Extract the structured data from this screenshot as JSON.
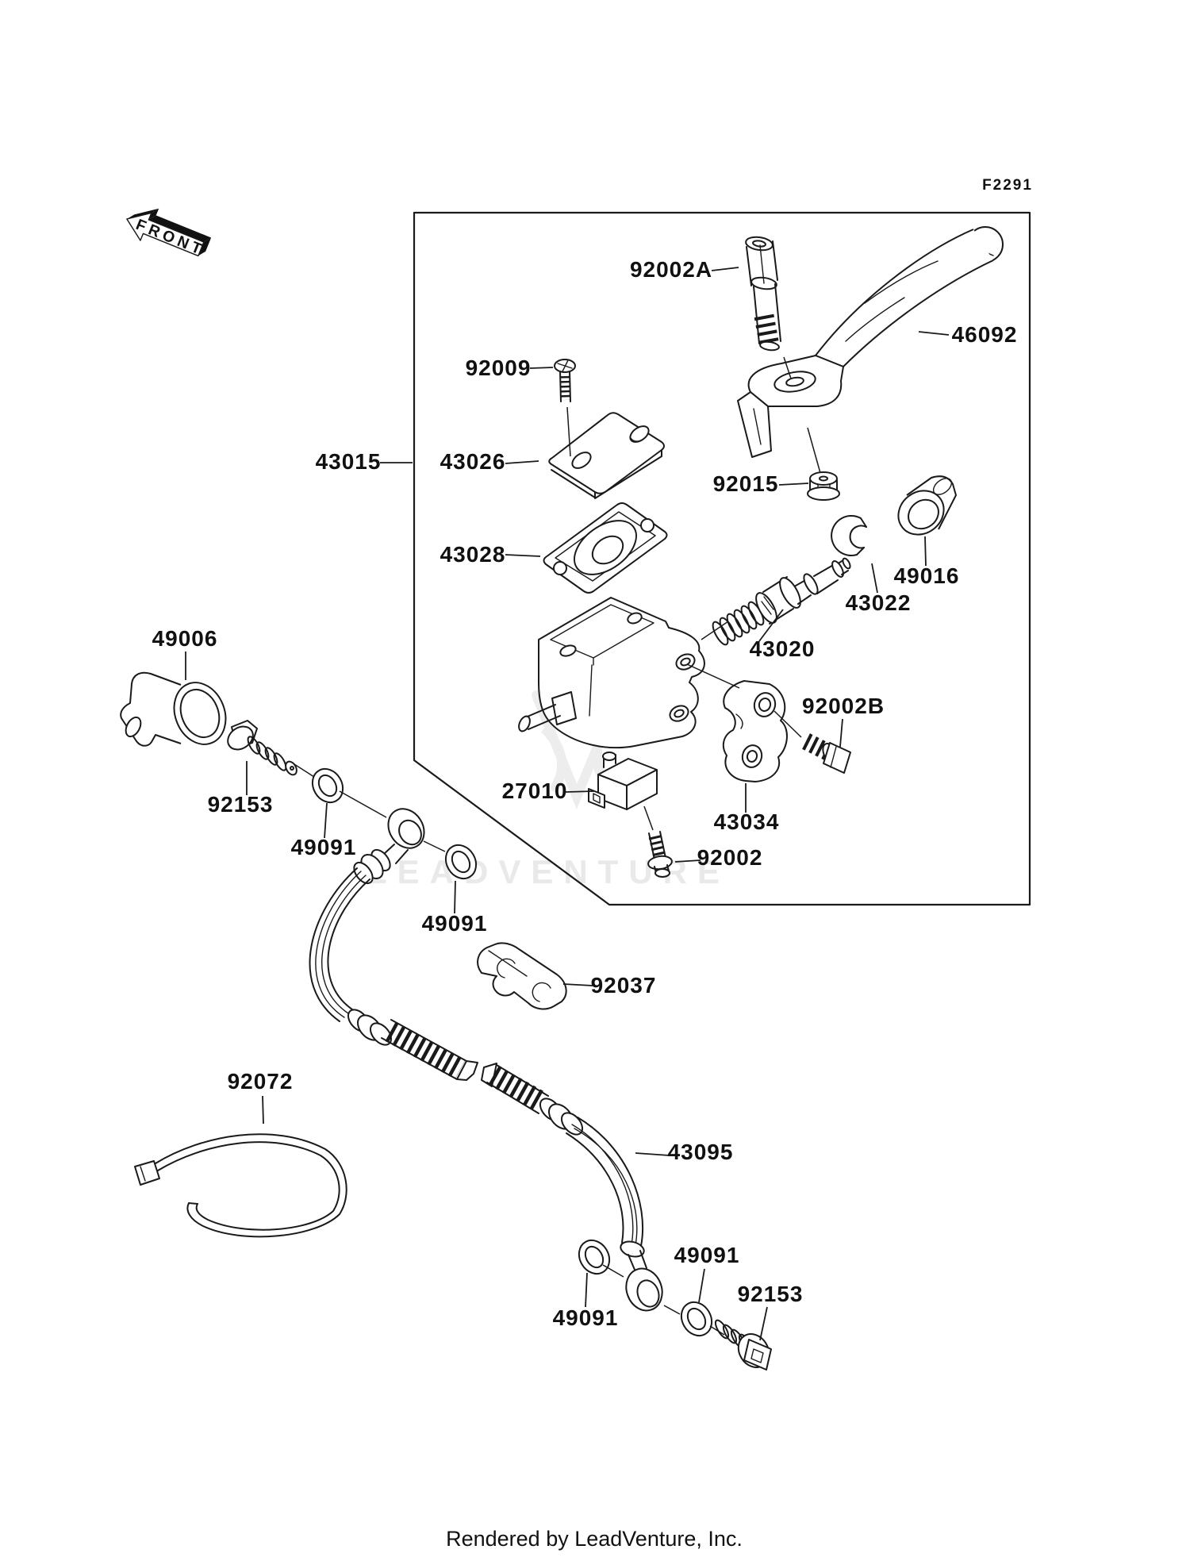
{
  "figure": {
    "code": "F2291",
    "front_marker": "FRONT"
  },
  "watermark": {
    "text": "LEADVENTURE"
  },
  "footer": {
    "text": "Rendered by LeadVenture, Inc."
  },
  "colors": {
    "line": "#1a1a1a",
    "watermark": "#e9e9e9",
    "background": "#ffffff"
  },
  "part_labels": [
    {
      "id": "92002A",
      "text": "92002A"
    },
    {
      "id": "46092",
      "text": "46092"
    },
    {
      "id": "92009",
      "text": "92009"
    },
    {
      "id": "43015",
      "text": "43015"
    },
    {
      "id": "43026",
      "text": "43026"
    },
    {
      "id": "43028",
      "text": "43028"
    },
    {
      "id": "92015",
      "text": "92015"
    },
    {
      "id": "49016",
      "text": "49016"
    },
    {
      "id": "43022",
      "text": "43022"
    },
    {
      "id": "43020",
      "text": "43020"
    },
    {
      "id": "49006",
      "text": "49006"
    },
    {
      "id": "92002B",
      "text": "92002B"
    },
    {
      "id": "92153",
      "text": "92153"
    },
    {
      "id": "49091",
      "text": "49091"
    },
    {
      "id": "27010",
      "text": "27010"
    },
    {
      "id": "43034",
      "text": "43034"
    },
    {
      "id": "92002",
      "text": "92002"
    },
    {
      "id": "49091",
      "text": "49091"
    },
    {
      "id": "92037",
      "text": "92037"
    },
    {
      "id": "92072",
      "text": "92072"
    },
    {
      "id": "43095",
      "text": "43095"
    },
    {
      "id": "49091",
      "text": "49091"
    },
    {
      "id": "92153",
      "text": "92153"
    },
    {
      "id": "49091",
      "text": "49091"
    }
  ]
}
